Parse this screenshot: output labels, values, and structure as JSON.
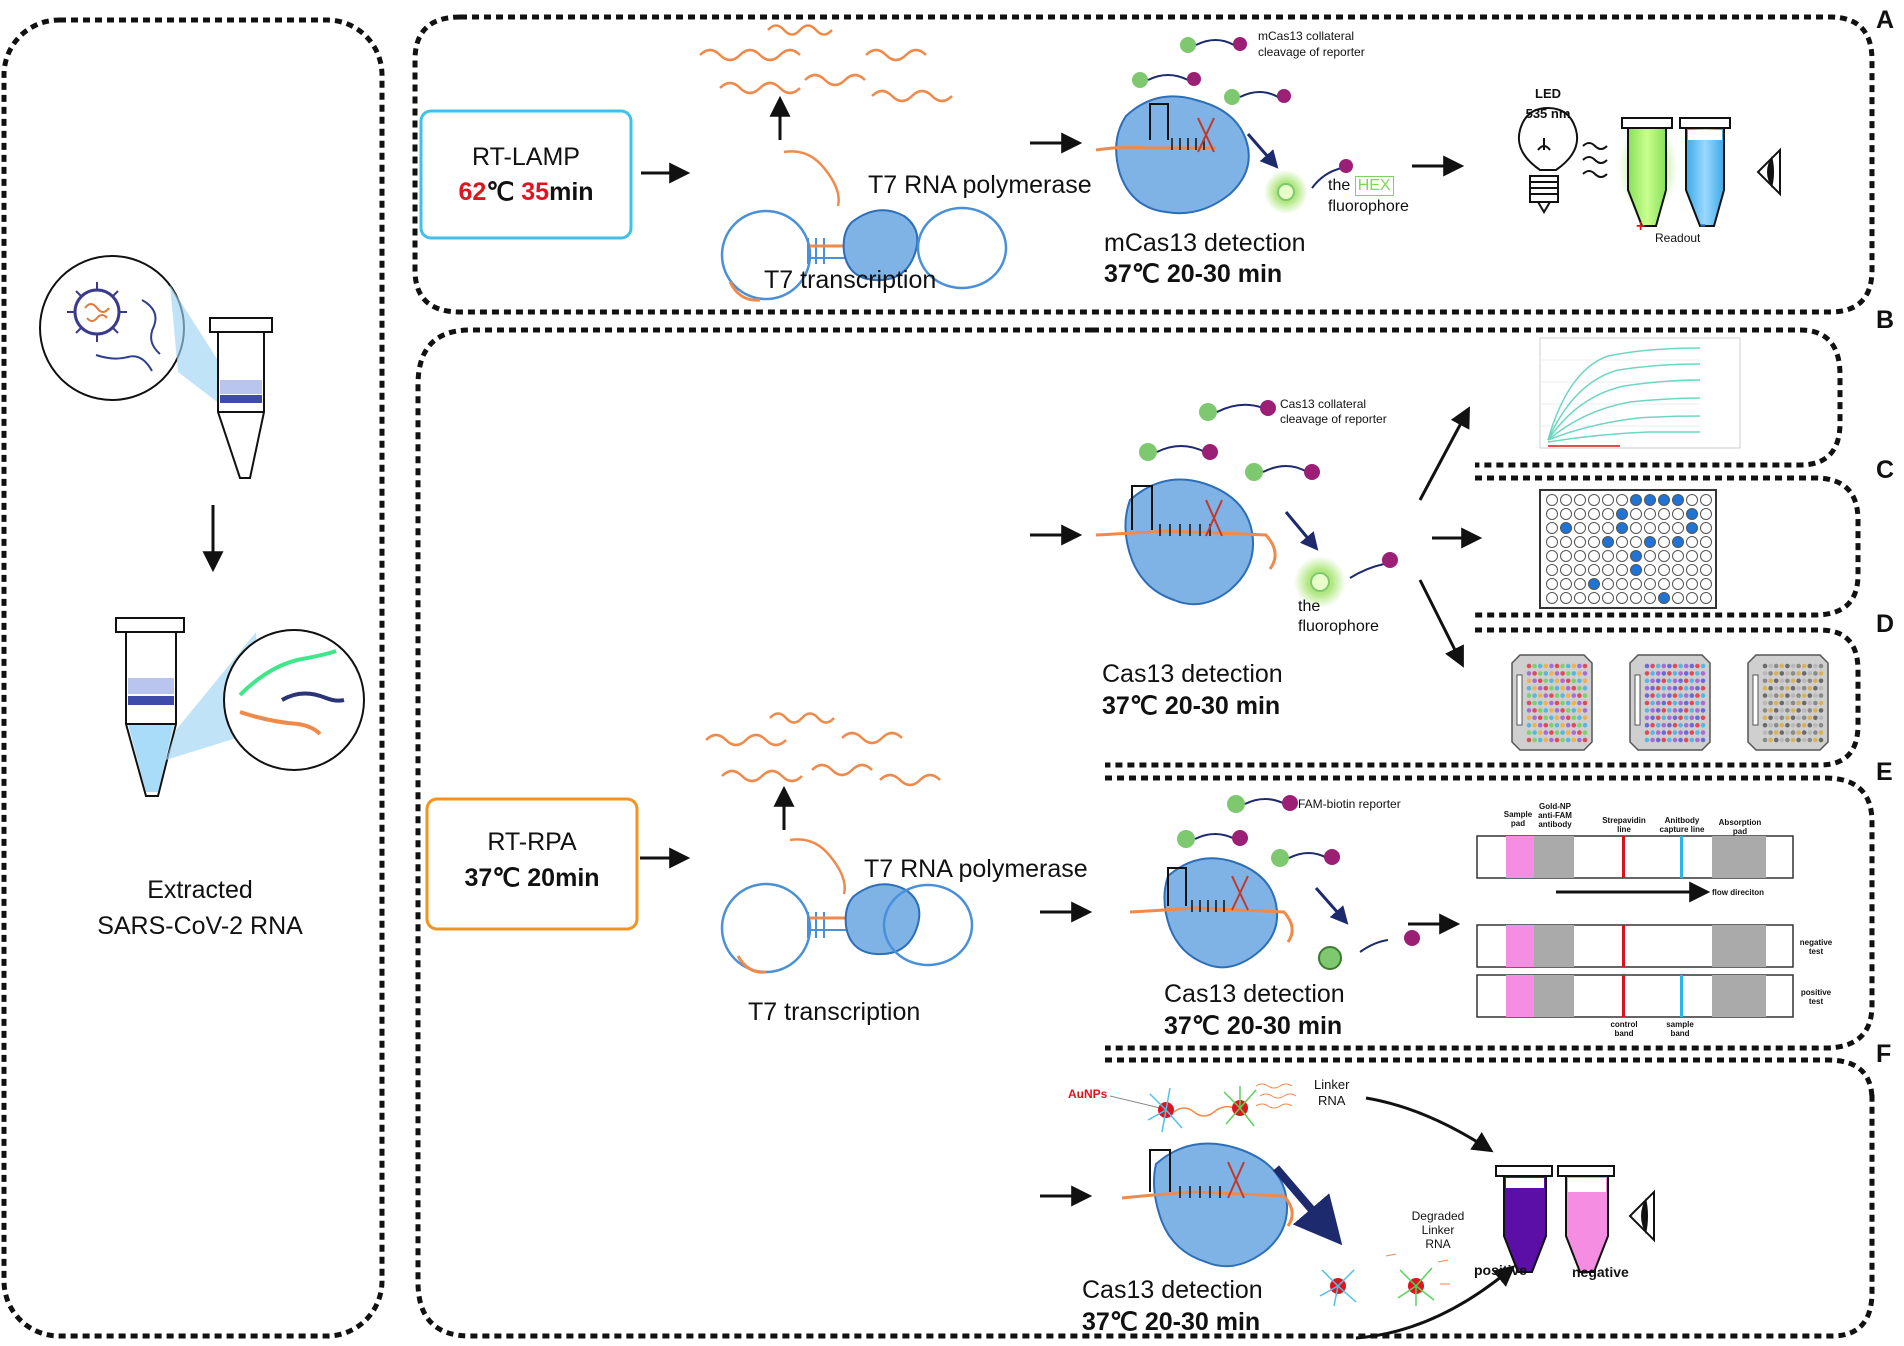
{
  "left_panel": {
    "caption_line1": "Extracted",
    "caption_line2": "SARS-CoV-2 RNA"
  },
  "panel_letters": [
    "A",
    "B",
    "C",
    "D",
    "E",
    "F"
  ],
  "panel_a": {
    "box_title": "RT-LAMP",
    "temp": "62",
    "temp_unit": "℃",
    "time": "35",
    "time_unit": "min",
    "polymerase": "T7 RNA polymerase",
    "transcription": "T7 transcription",
    "reporter_line1": "mCas13 collateral",
    "reporter_line2": "cleavage of reporter",
    "detection": "mCas13 detection",
    "detection_conditions": "37℃ 20-30 min",
    "fluor_prefix": "the",
    "fluor_hex": "HEX",
    "fluor_word": "fluorophore",
    "led_line1": "LED",
    "led_line2": "535 nm",
    "readout": "Readout",
    "plus": "+",
    "minus": "-"
  },
  "panel_bcd": {
    "reporter_line1": "Cas13 collateral",
    "reporter_line2": "cleavage of reporter",
    "fluor_prefix": "the",
    "fluor_word": "fluorophore",
    "detection": "Cas13 detection",
    "detection_conditions": "37℃ 20-30 min"
  },
  "panel_e": {
    "box_title": "RT-RPA",
    "box_conditions": "37℃ 20min",
    "polymerase": "T7 RNA polymerase",
    "transcription": "T7 transcription",
    "reporter": "FAM-biotin reporter",
    "detection": "Cas13 detection",
    "detection_conditions": "37℃ 20-30 min",
    "strip_labels": {
      "sample_pad": [
        "Sample",
        "pad"
      ],
      "gold": [
        "Gold-NP",
        "anti-FAM",
        "antibody"
      ],
      "strep": [
        "Strepavidin",
        "line"
      ],
      "antibody": [
        "Anitbody",
        "capture line"
      ],
      "absorption": [
        "Absorption",
        "pad"
      ]
    },
    "flow": "flow direciton",
    "negative": [
      "negative",
      "test"
    ],
    "positive": [
      "positive",
      "test"
    ],
    "control_band": [
      "control",
      "band"
    ],
    "sample_band": [
      "sample",
      "band"
    ]
  },
  "panel_f": {
    "aunps": "AuNPs",
    "linker": [
      "Linker",
      "RNA"
    ],
    "degraded": [
      "Degraded",
      "Linker",
      "RNA"
    ],
    "positive": "positive",
    "negative": "negative",
    "detection": "Cas13 detection",
    "detection_conditions": "37℃ 20-30 min"
  },
  "colors": {
    "orange": "#f08a4b",
    "blue_loop": "#4a90d9",
    "cas_blue": "#7fb3e6",
    "green": "#7ec870",
    "magenta": "#9b1f74",
    "navy": "#1e2a6e",
    "cyan_box": "#3fc1ea",
    "orange_box": "#f0941f",
    "red_text": "#e0141e",
    "pink": "#f58ee3",
    "purple": "#5b0fa6"
  }
}
